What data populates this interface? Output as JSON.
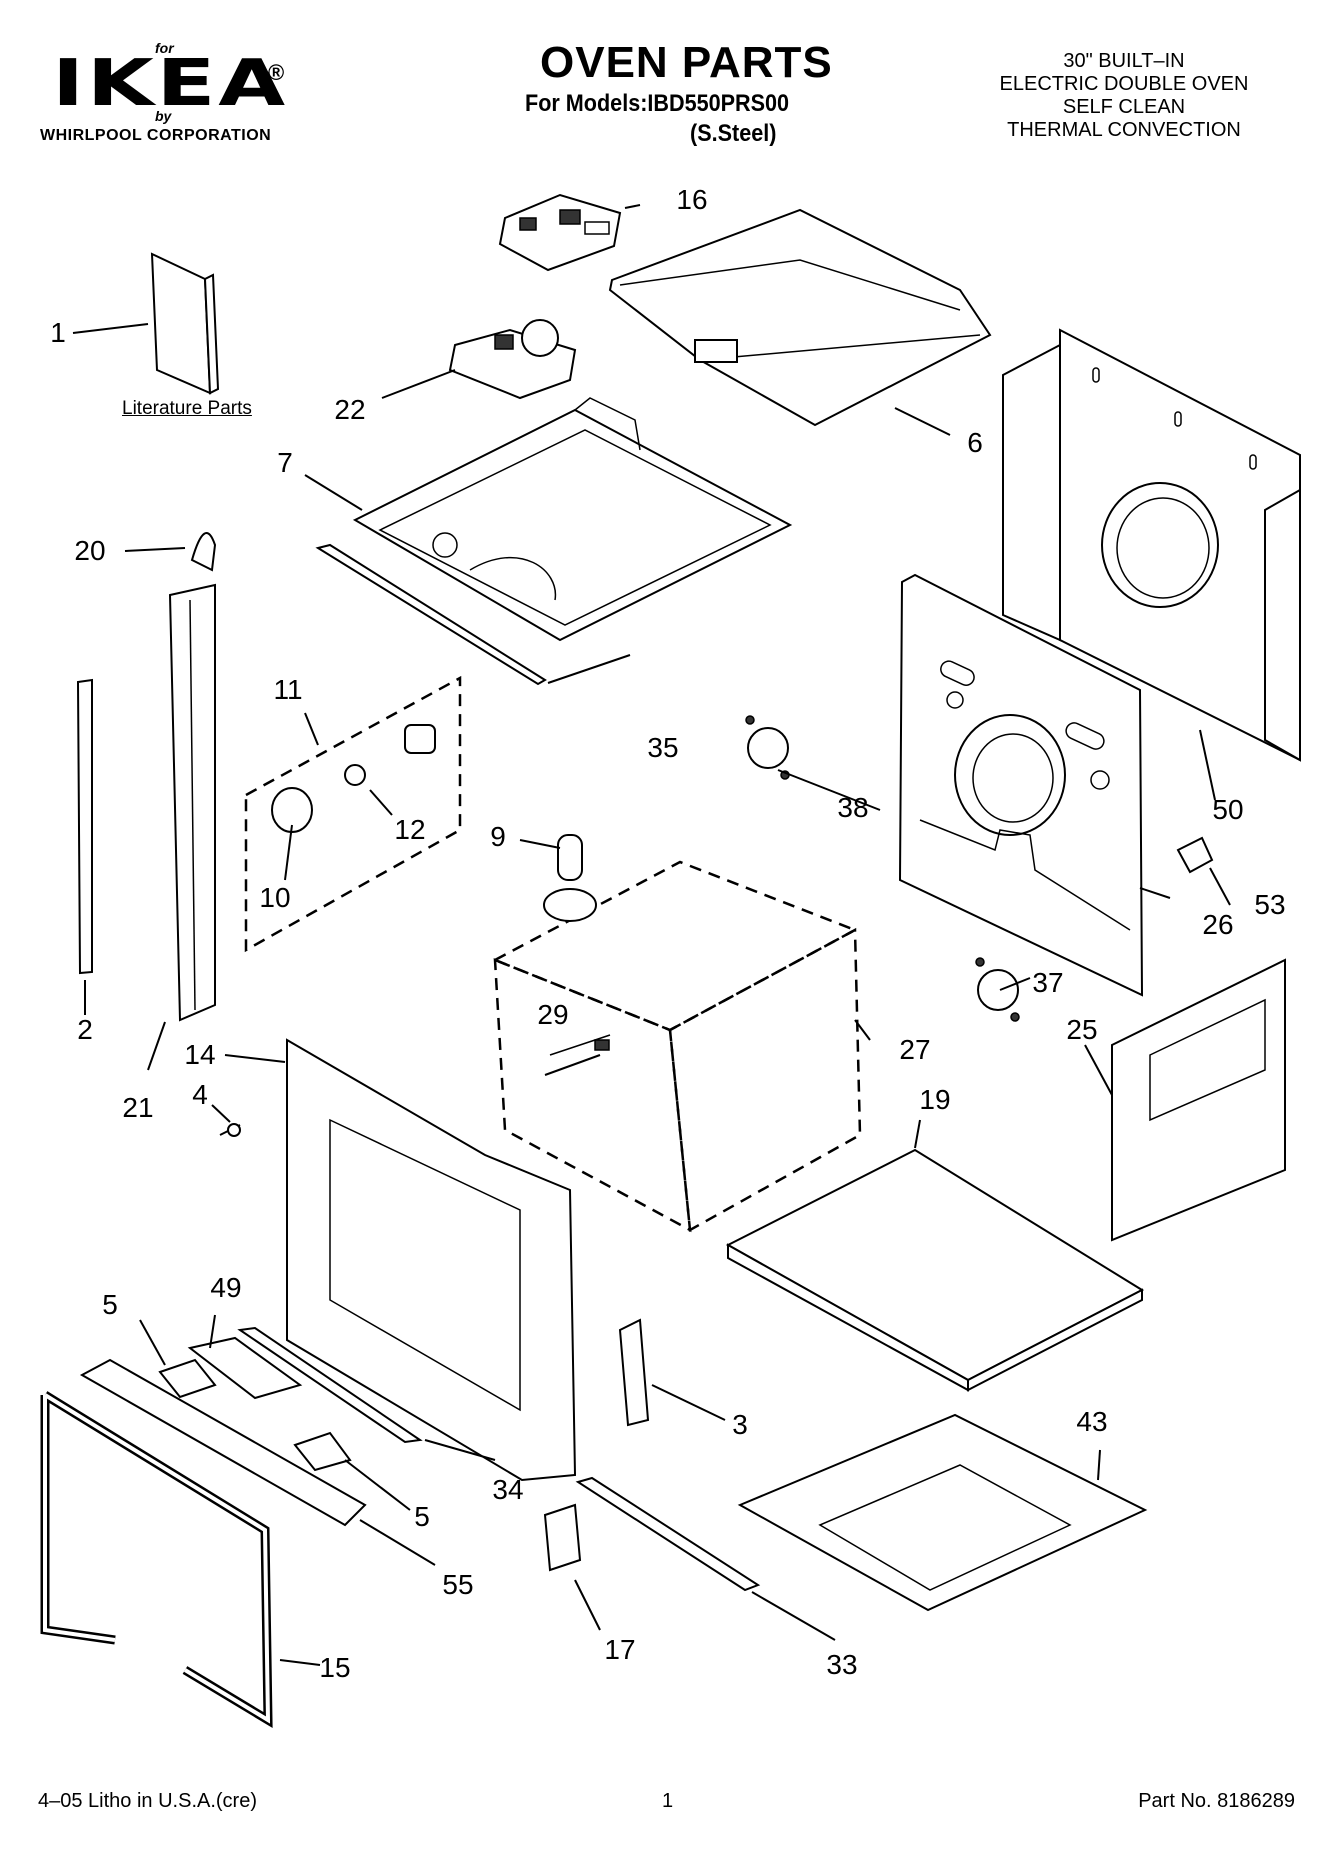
{
  "header": {
    "brand_for": "for",
    "brand_logo": "IKEA",
    "brand_registered": "®",
    "brand_by": "by",
    "brand_corporation": "WHIRLPOOL CORPORATION",
    "title": "OVEN PARTS",
    "models": "For Models:IBD550PRS00",
    "finish": "(S.Steel)",
    "spec_lines": [
      "30\" BUILT–IN",
      "ELECTRIC DOUBLE OVEN",
      "SELF CLEAN",
      "THERMAL CONVECTION"
    ]
  },
  "literature_label": "Literature Parts",
  "callouts": {
    "c1": "1",
    "c2": "2",
    "c3": "3",
    "c4": "4",
    "c5a": "5",
    "c5b": "5",
    "c6": "6",
    "c7": "7",
    "c9": "9",
    "c10": "10",
    "c11": "11",
    "c12": "12",
    "c14": "14",
    "c15": "15",
    "c16": "16",
    "c17": "17",
    "c19": "19",
    "c20": "20",
    "c21": "21",
    "c22": "22",
    "c25": "25",
    "c26": "26",
    "c27": "27",
    "c29": "29",
    "c33": "33",
    "c34": "34",
    "c35": "35",
    "c37": "37",
    "c38": "38",
    "c43": "43",
    "c49": "49",
    "c50": "50",
    "c53": "53",
    "c55": "55"
  },
  "footer": {
    "print_info": "4–05 Litho in U.S.A.(cre)",
    "page_number": "1",
    "part_number": "Part No. 8186289"
  }
}
